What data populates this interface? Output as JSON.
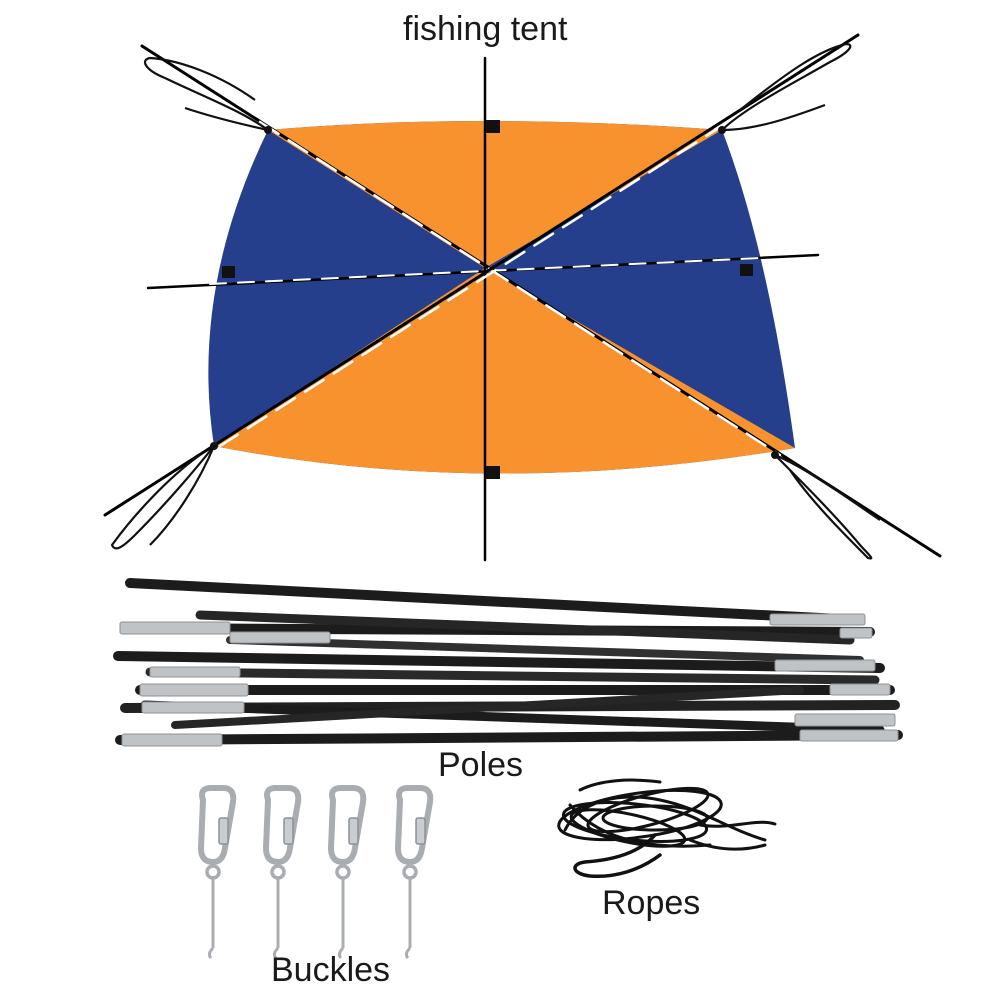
{
  "labels": {
    "title": "fishing tent",
    "poles": "Poles",
    "ropes": "Ropes",
    "buckles": "Buckles"
  },
  "colors": {
    "canopy_orange": "#f7922f",
    "canopy_blue": "#253f8c",
    "pole_black": "#1c1c1c",
    "ferrule_silver": "#bfc3c6",
    "rope_black": "#111111",
    "buckle_silver": "#a9adb1"
  },
  "items": {
    "buckle_count": 4,
    "pole_bundle": "pole-bundle",
    "rope_coil": "rope-coil"
  }
}
